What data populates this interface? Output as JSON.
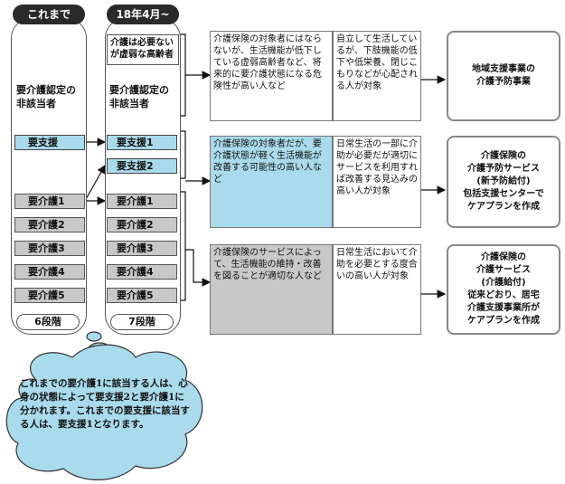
{
  "old_header": "これまで",
  "new_header": "18年4月~",
  "old_col": {
    "non_target": "要介護認定の非該当者",
    "support": "要支援",
    "care": [
      "要介護1",
      "要介護2",
      "要介護3",
      "要介護4",
      "要介護5"
    ],
    "stages": "6段階"
  },
  "new_col": {
    "frail": "介護は必要ないが虚弱な高齢者",
    "non_target": "要介護認定の非該当者",
    "support": [
      "要支援1",
      "要支援2"
    ],
    "care": [
      "要介護1",
      "要介護2",
      "要介護3",
      "要介護4",
      "要介護5"
    ],
    "stages": "7段階"
  },
  "rows": [
    {
      "desc1": "介護保険の対象者にはならないが、生活機能が低下している虚弱高齢者など、将来的に要介護状態になる危険性が高い人など",
      "desc2": "自立して生活しているが、下肢機能の低下や低栄養、閉じこもりなどが心配される人が対象",
      "result": [
        "地域支援事業の",
        "介護予防事業"
      ]
    },
    {
      "desc1": "介護保険の対象者だが、要介護状態が軽く生活機能が改善する可能性の高い人など",
      "desc2": "日常生活の一部に介助が必要だが適切にサービスを利用すれば改善する見込みの高い人が対象",
      "result": [
        "介護保険の",
        "介護予防サービス",
        "(新予防給付)",
        "包括支援センターで",
        "ケアプランを作成"
      ]
    },
    {
      "desc1": "介護保険のサービスによって、生活機能の維持・改善を図ることが適切な人など",
      "desc2": "日常生活において介助を必要とする度合いの高い人が対象",
      "result": [
        "介護保険の",
        "介護サービス",
        "(介護給付)",
        "従来どおり、居宅",
        "介護支援事業所が",
        "ケアプランを作成"
      ]
    }
  ],
  "cloud_text": "これまでの要介護1に該当する人は、心身の状態によって要支援2と要介護1に分かれます。これまでの要支援に該当する人は、要支援1となります。",
  "colors": {
    "blue": "#a9dbec",
    "gray": "#c8c8c8",
    "cloud": "#a9dbec",
    "header": "#2a2a2a"
  }
}
